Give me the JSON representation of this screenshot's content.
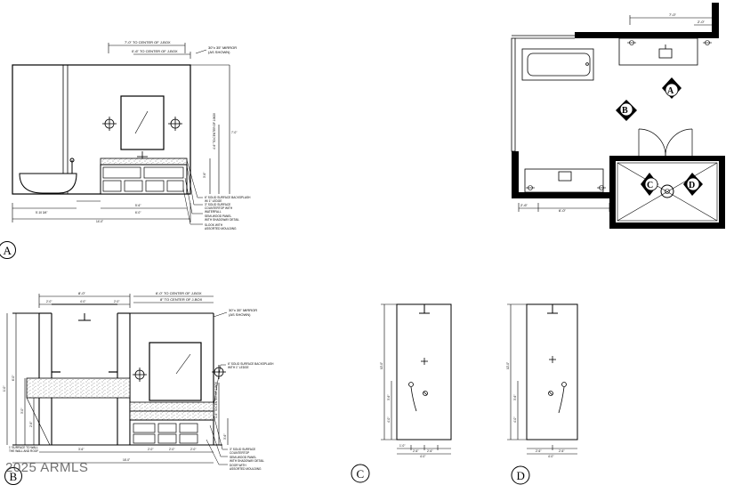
{
  "watermark": "2025 ARMLS",
  "elevation_a": {
    "label": "A",
    "dim_top_1": "7'-0\" TO CENTER OF J-BOX",
    "dim_top_2": "0'-6\" TO CENTER OF J-BOX",
    "mirror_note_1": "30\"x 35\" MIRROR",
    "mirror_note_2": "(AS SHOWN)",
    "dim_right_1": "3'-6\"",
    "dim_right_2": "7'-0\"",
    "dim_right_3": "4'-6\" TO CENTER OF J-BOX",
    "dim_bottom_left": "5'-10 3/4\"",
    "dim_bottom_mid": "5'-6\"",
    "dim_bottom_vanity": "6'-0\"",
    "dim_bottom_total": "14'-0\"",
    "notes": [
      "6\" SOLID SURFACE BACKSPLASH",
      "W/ 1\" LEDGE",
      "3\" SOLID SURFACE",
      "COUNTERTOP WITH",
      "WATERFALL",
      "SEMI-WOOD PANEL",
      "WITH SHADOWAY DETAIL",
      "SLOOK WITH",
      "ASSORTED MOULDING"
    ]
  },
  "plan": {
    "dim_top": "7'-0\"",
    "dim_top_right": "2'-0\"",
    "dim_bottom_left": "2'-6\"",
    "dim_bottom_mid": "6'-0\"",
    "markers": [
      "A",
      "B",
      "C",
      "D"
    ]
  },
  "elevation_b": {
    "label": "B",
    "dim_top_1": "8'-0\"",
    "dim_top_2": "6'-0\" TO CENTER OF J-BOX",
    "dim_top_3": "8\" TO CENTER OF J-BOX",
    "dim_top_sub": [
      "2'-0\"",
      "4'-0\"",
      "2'-0\""
    ],
    "mirror_note_1": "30\"x 35\" MIRROR",
    "mirror_note_2": "(AS SHOWN)",
    "dim_left": [
      "1'-0\"",
      "6'-0\"",
      "3'-0\"",
      "2'-6\""
    ],
    "note_left_1": "1' SURFACE TO WALL",
    "note_left_2": "THE WALL AND ROOF",
    "dim_bottom": [
      "3'-6\"",
      "2'-0\"",
      "2'-0\"",
      "2'-0\""
    ],
    "dim_bottom_total": "16'-0\"",
    "notes": [
      "6\" SOLID SURFACE BACKSPLASH",
      "WITH 1\" LEDGE",
      "3\" SOLID SURFACE",
      "COUNTERTOP",
      "SEMI-WOOD PANEL",
      "WITH SHADOWAY DETAIL",
      "DOOR WITH",
      "ASSORTED MOULDING"
    ],
    "dim_right_1": "4'-6\" TO CENTER OF J-BOX",
    "dim_right_2": "3'-6\""
  },
  "elevation_c": {
    "label": "C",
    "dim_left": [
      "10'-0\"",
      "3'-6\"",
      "4'-0\""
    ],
    "dim_bottom": [
      "1'-0\"",
      "2'-6\"",
      "2'-6\"",
      "4'-0\""
    ]
  },
  "elevation_d": {
    "label": "D",
    "dim_left": [
      "10'-0\"",
      "3'-6\"",
      "4'-0\""
    ],
    "dim_bottom": [
      "2'-6\"",
      "2'-6\"",
      "4'-0\""
    ]
  }
}
